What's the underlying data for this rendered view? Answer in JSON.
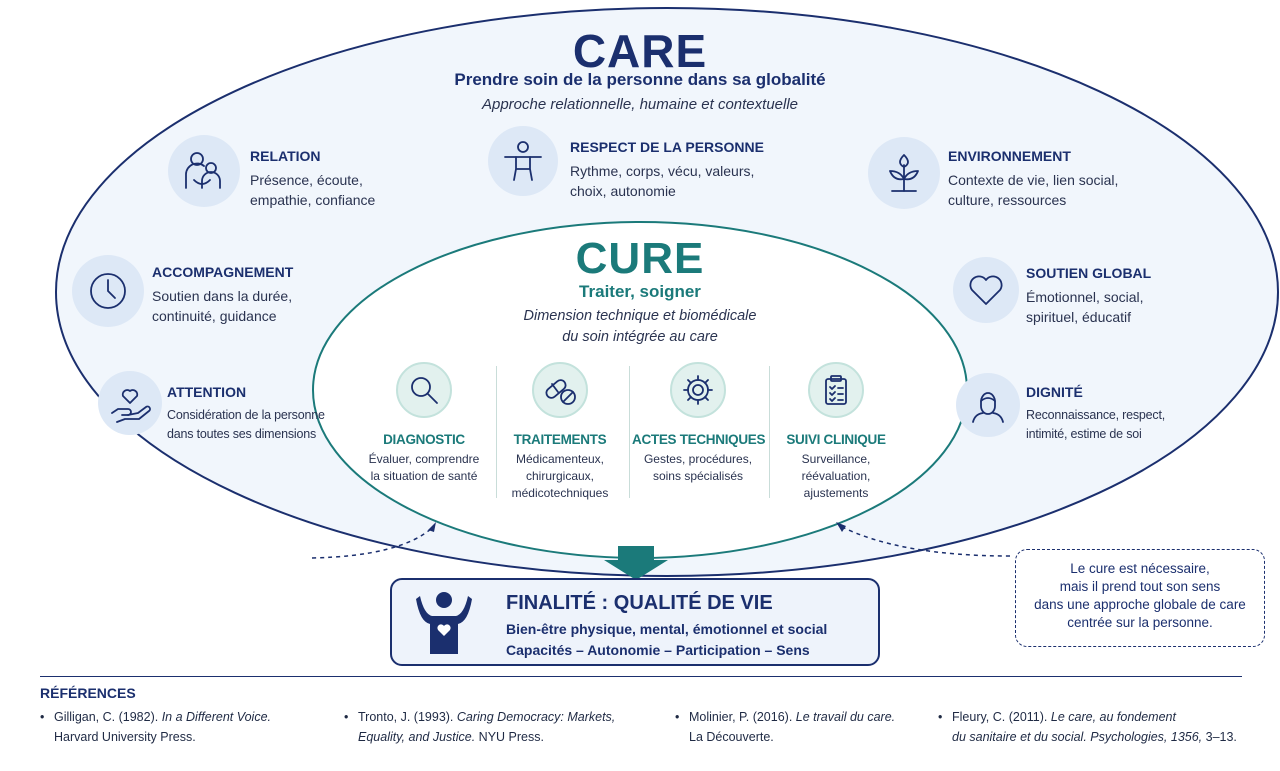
{
  "care": {
    "title": "CARE",
    "subtitle": "Prendre  soin de la personne dans sa globalité",
    "description": "Approche relationnelle, humaine et contextuelle",
    "items": [
      {
        "title": "RELATION",
        "lines": [
          "Présence, écoute,",
          "empathie, confiance"
        ],
        "icon": "people-icon"
      },
      {
        "title": "RESPECT DE LA PERSONNE",
        "lines": [
          "Rythme, corps, vécu, valeurs,",
          "choix, autonomie"
        ],
        "icon": "person-icon"
      },
      {
        "title": "ENVIRONNEMENT",
        "lines": [
          "Contexte de vie, lien social,",
          "culture, ressources"
        ],
        "icon": "plant-icon"
      },
      {
        "title": "ACCOMPAGNEMENT",
        "lines": [
          "Soutien dans la durée,",
          "continuité, guidance"
        ],
        "icon": "clock-icon"
      },
      {
        "title": "SOUTIEN GLOBAL",
        "lines": [
          "Émotionnel, social,",
          "spirituel, éducatif"
        ],
        "icon": "heart-icon"
      },
      {
        "title": "ATTENTION",
        "lines": [
          "Considération de la personne",
          "dans toutes ses dimensions"
        ],
        "icon": "hand-heart-icon"
      },
      {
        "title": "DIGNITÉ",
        "lines": [
          "Reconnaissance, respect,",
          "intimité, estime de soi"
        ],
        "icon": "face-icon"
      }
    ]
  },
  "cure": {
    "title": "CURE",
    "subtitle": "Traiter, soigner",
    "description": [
      "Dimension technique et biomédicale",
      "du soin intégrée au care"
    ],
    "columns": [
      {
        "title": "DIAGNOSTIC",
        "lines": [
          "Évaluer, comprendre",
          "la situation de santé"
        ],
        "icon": "magnifier-icon"
      },
      {
        "title": "TRAITEMENTS",
        "lines": [
          "Médicamenteux,",
          "chirurgicaux,",
          "médicotechniques"
        ],
        "icon": "pills-icon"
      },
      {
        "title": "ACTES TECHNIQUES",
        "lines": [
          "Gestes, procédures,",
          "soins spécialisés"
        ],
        "icon": "gear-icon"
      },
      {
        "title": "SUIVI CLINIQUE",
        "lines": [
          "Surveillance,",
          "réévaluation,",
          "ajustements"
        ],
        "icon": "clipboard-icon"
      }
    ]
  },
  "finalite": {
    "title": "FINALITÉ : QUALITÉ DE VIE",
    "line1": "Bien-être physique, mental, émotionnel et social",
    "line2": "Capacités – Autonomie – Participation – Sens",
    "icon": "person-heart-icon"
  },
  "note": {
    "lines": [
      "Le cure est nécessaire,",
      "mais il prend tout son sens",
      "dans une approche globale de care",
      "centrée sur la personne."
    ]
  },
  "references": {
    "heading": "RÉFÉRENCES",
    "items": [
      {
        "bullet": "•",
        "pre": "Gilligan, C. (1982). ",
        "italic": "In a Different Voice.",
        "line2_pre": "Harvard University Press.",
        "line2_italic": "",
        "line2_post": ""
      },
      {
        "bullet": "•",
        "pre": "Tronto, J. (1993). ",
        "italic": "Caring Democracy: Markets,",
        "line2_pre": "",
        "line2_italic": "Equality, and Justice.",
        "line2_post": " NYU Press."
      },
      {
        "bullet": "•",
        "pre": "Molinier, P. (2016). ",
        "italic": "Le travail du care.",
        "line2_pre": "La Découverte.",
        "line2_italic": "",
        "line2_post": ""
      },
      {
        "bullet": "•",
        "pre": "Fleury, C. (2011). ",
        "italic": "Le care, au fondement",
        "line2_pre": "",
        "line2_italic": "du sanitaire et du social. Psychologies, 1356,",
        "line2_post": " 3–13."
      }
    ]
  },
  "colors": {
    "navy": "#1b2f6e",
    "teal": "#1b7a7a",
    "care_fill": "#f1f6fc",
    "cure_fill": "#ffffff",
    "icon_bg": "#dde8f6"
  }
}
